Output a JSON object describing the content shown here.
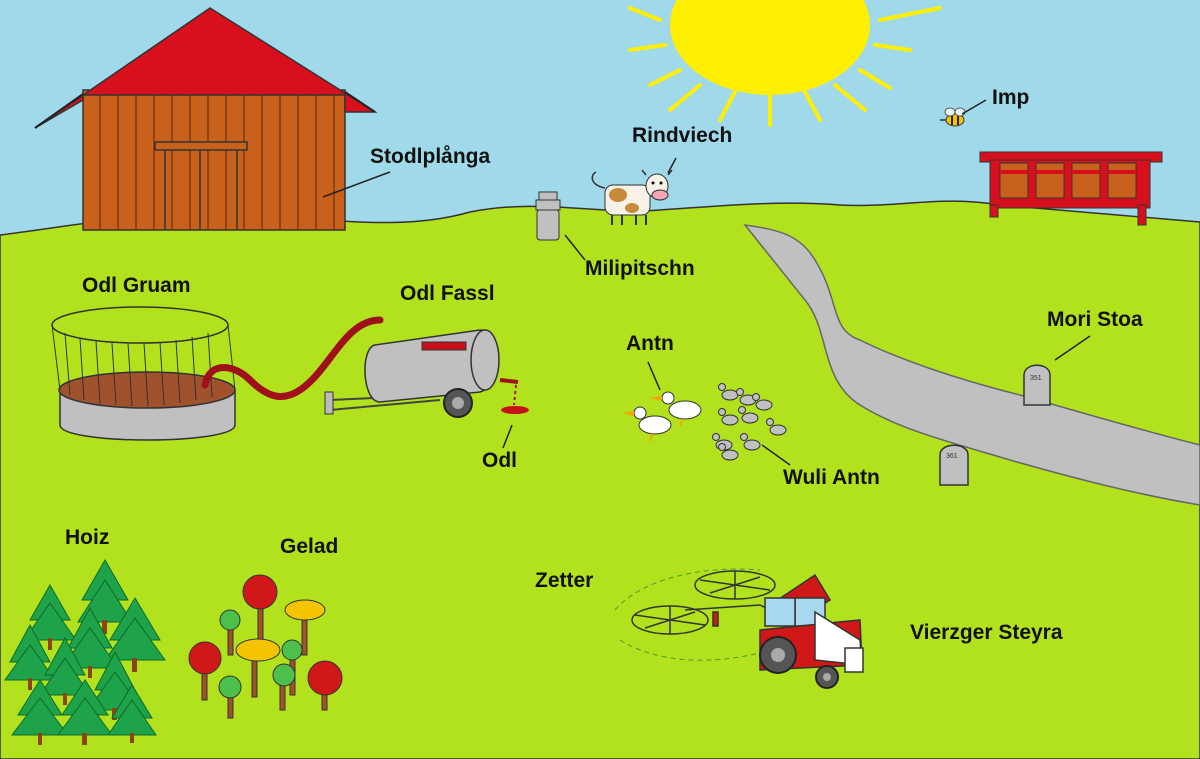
{
  "labels": {
    "stodlplanga": "Stodlplånga",
    "rindviech": "Rindviech",
    "imp": "Imp",
    "milipitschn": "Milipitschn",
    "odl_gruam": "Odl Gruam",
    "odl_fassl": "Odl Fassl",
    "odl": "Odl",
    "antn": "Antn",
    "wuli_antn": "Wuli Antn",
    "mori_stoa": "Mori Stoa",
    "hoiz": "Hoiz",
    "gelad": "Gelad",
    "zetter": "Zetter",
    "vierzger_steyra": "Vierzger Steyra"
  },
  "colors": {
    "sky": "#9fd9ea",
    "grass": "#b2e21d",
    "sun": "#ffef00",
    "barn_roof": "#d8101e",
    "barn_wall": "#c8611b",
    "road": "#c0c0c0",
    "slurry": "#a0522d",
    "hose": "#a0101a",
    "tractor_red": "#d01818",
    "tree_green": "#1fa34a"
  }
}
